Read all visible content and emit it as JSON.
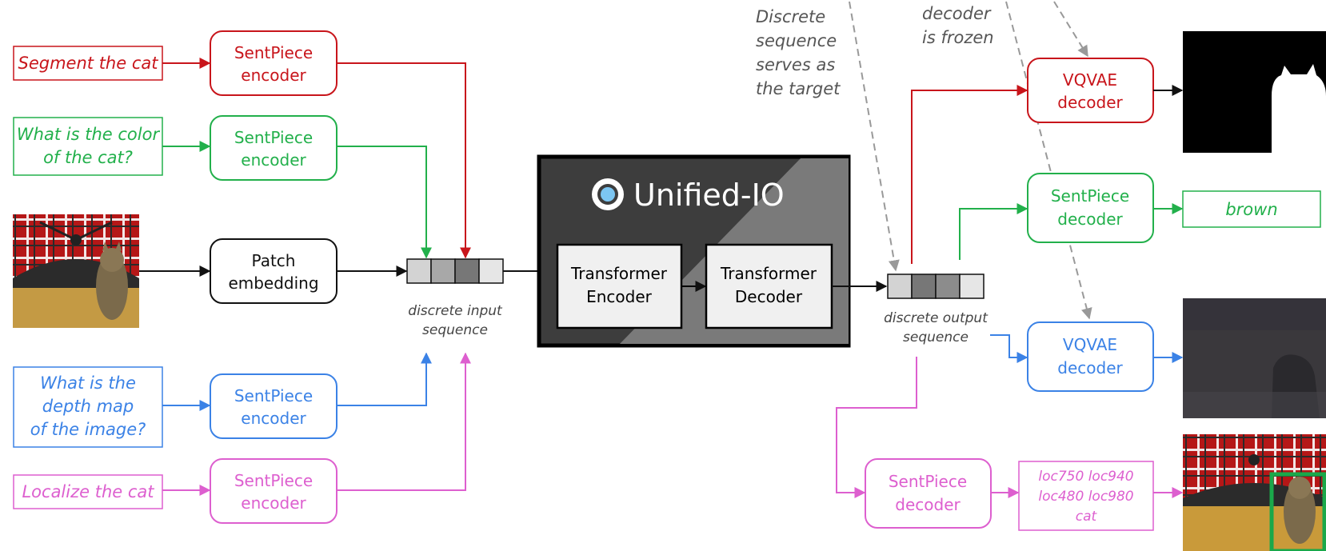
{
  "colors": {
    "red": "#c8151b",
    "green": "#22b04b",
    "blue": "#3b82e6",
    "pink": "#dd5fcf",
    "black": "#000000",
    "gray_dashed": "#999999",
    "unified_dark": "#3d3d3d",
    "unified_light": "#7a7a7a",
    "bbox": "#1aa84a"
  },
  "inputs": {
    "seg_prompt": "Segment the cat",
    "color_prompt": [
      "What is the color",
      "of the cat?"
    ],
    "depth_prompt": [
      "What is the",
      "depth map",
      "of the image?"
    ],
    "loc_prompt": "Localize the cat"
  },
  "encoders": {
    "sentpiece_line1": "SentPiece",
    "sentpiece_line2": "encoder",
    "patch_line1": "Patch",
    "patch_line2": "embedding"
  },
  "sequences": {
    "input_label": [
      "discrete input",
      "sequence"
    ],
    "output_label": [
      "discrete output",
      "sequence"
    ]
  },
  "model": {
    "logo_text": "Unified-IO",
    "encoder": [
      "Transformer",
      "Encoder"
    ],
    "decoder": [
      "Transformer",
      "Decoder"
    ]
  },
  "annotations": {
    "target_note": [
      "Discrete",
      "sequence",
      "serves as",
      "the target"
    ],
    "frozen_note": [
      "decoder",
      "is frozen"
    ]
  },
  "decoders": {
    "vqvae": [
      "VQVAE",
      "decoder"
    ],
    "sentpiece": [
      "SentPiece",
      "decoder"
    ]
  },
  "outputs": {
    "color_answer": "brown",
    "loc_tokens": [
      "loc750 loc940",
      "loc480 loc980",
      "cat"
    ]
  },
  "icons": [
    "umbrella-cat-image",
    "segmentation-mask-image",
    "depth-map-image",
    "unified-io-logo-icon"
  ]
}
